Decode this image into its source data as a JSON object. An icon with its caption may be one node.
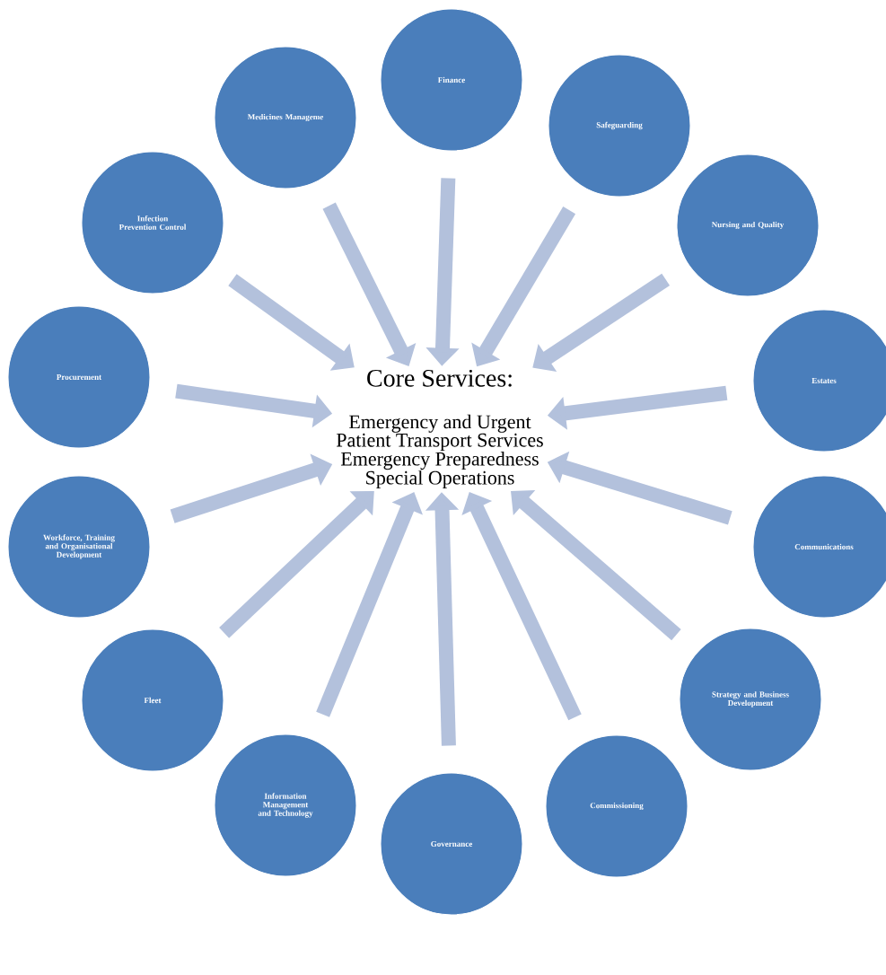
{
  "diagram": {
    "nodes": [
      {
        "text": [
          "Core Services:",
          "Emergency and Urgent",
          "Patient Transport Services",
          "Emergency Preparedness",
          "Special Operations"
        ]
      },
      {
        "text": [
          "Finance"
        ]
      },
      {
        "text": [
          "Safeguarding"
        ]
      },
      {
        "text": [
          "Nursing and Quality"
        ]
      },
      {
        "text": [
          "Estates"
        ]
      },
      {
        "text": [
          "Communications"
        ]
      },
      {
        "text": [
          "Strategy and Business Development"
        ]
      },
      {
        "text": [
          "Commissioning"
        ]
      },
      {
        "text": [
          "Governance"
        ]
      },
      {
        "text": [
          "Information Management and Technology"
        ]
      },
      {
        "text": [
          "Fleet"
        ]
      },
      {
        "text": [
          "Workforce, Training and Organisational Development"
        ]
      },
      {
        "text": [
          "Procurement"
        ]
      },
      {
        "text": [
          "Infection Prevention Control"
        ]
      },
      {
        "text": [
          "Medicines Manageme"
        ]
      }
    ],
    "edges": [
      {
        "from": 1,
        "to": 0,
        "arrow": "to"
      },
      {
        "from": 2,
        "to": 0,
        "arrow": "to"
      },
      {
        "from": 3,
        "to": 0,
        "arrow": "to"
      },
      {
        "from": 4,
        "to": 0,
        "arrow": "to"
      },
      {
        "from": 5,
        "to": 0,
        "arrow": "to"
      },
      {
        "from": 6,
        "to": 0,
        "arrow": "to"
      },
      {
        "from": 7,
        "to": 0,
        "arrow": "to"
      },
      {
        "from": 8,
        "to": 0,
        "arrow": "to"
      },
      {
        "from": 9,
        "to": 0,
        "arrow": "to"
      },
      {
        "from": 10,
        "to": 0,
        "arrow": "to"
      },
      {
        "from": 11,
        "to": 0,
        "arrow": "to"
      },
      {
        "from": 12,
        "to": 0,
        "arrow": "to"
      },
      {
        "from": 13,
        "to": 0,
        "arrow": "to"
      },
      {
        "from": 14,
        "to": 0,
        "arrow": "to"
      }
    ]
  }
}
